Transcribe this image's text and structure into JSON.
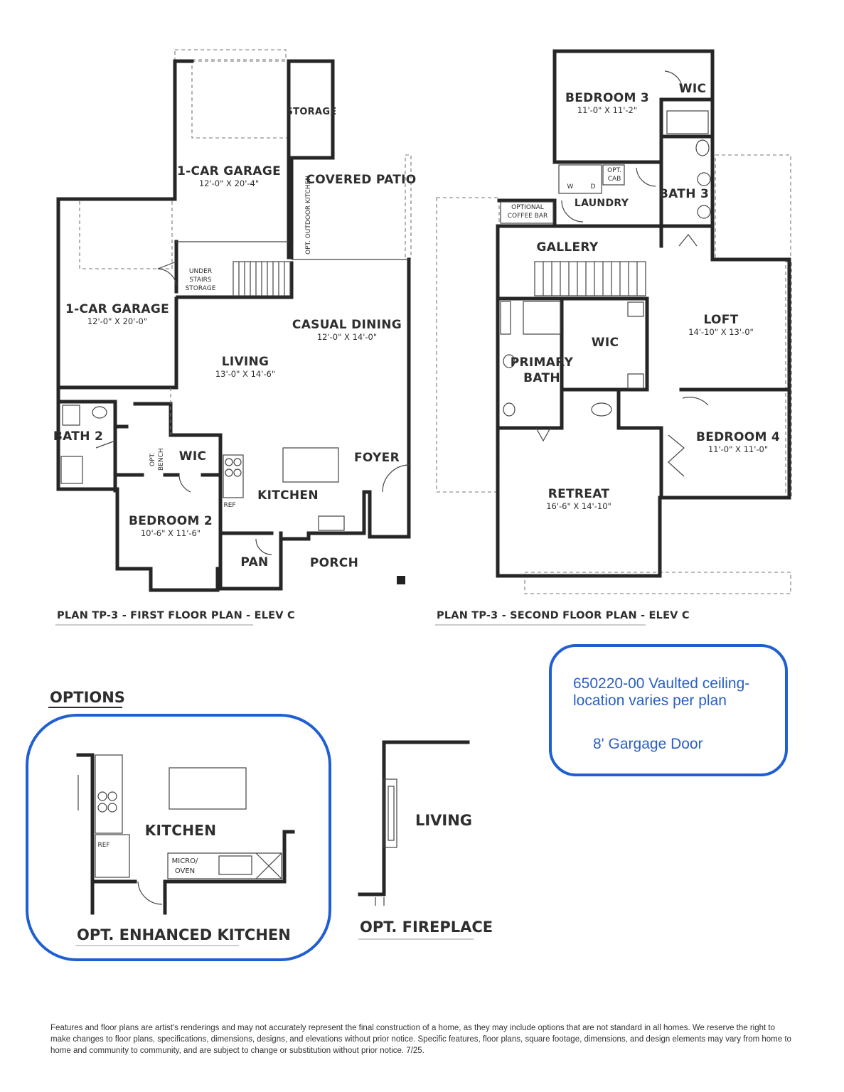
{
  "first_floor": {
    "caption": "PLAN TP-3 - FIRST FLOOR PLAN - ELEV C",
    "rooms": {
      "garage_top": {
        "name": "1-CAR GARAGE",
        "dim": "12'-0\" X 20'-4\""
      },
      "storage": "STORAGE",
      "covered_patio": "COVERED PATIO",
      "opt_outdoor_kitchen": "OPT. OUTDOOR KITCHEN",
      "garage_left": {
        "name": "1-CAR GARAGE",
        "dim": "12'-0\" X 20'-0\""
      },
      "under_stairs": [
        "UNDER",
        "STAIRS",
        "STORAGE"
      ],
      "casual_dining": {
        "name": "CASUAL DINING",
        "dim": "12'-0\" X 14'-0\""
      },
      "living": {
        "name": "LIVING",
        "dim": "13'-0\" X 14'-6\""
      },
      "bath2": "BATH 2",
      "wic": "WIC",
      "opt_bench": [
        "OPT.",
        "BENCH"
      ],
      "foyer": "FOYER",
      "kitchen": "KITCHEN",
      "ref": "REF",
      "bedroom2": {
        "name": "BEDROOM 2",
        "dim": "10'-6\" X 11'-6\""
      },
      "pan": "PAN",
      "porch": "PORCH"
    }
  },
  "second_floor": {
    "caption": "PLAN TP-3 - SECOND FLOOR PLAN - ELEV C",
    "rooms": {
      "bedroom3": {
        "name": "BEDROOM 3",
        "dim": "11'-0\" X 11'-2\""
      },
      "wic_top": "WIC",
      "opt_cab": [
        "OPT.",
        "CAB"
      ],
      "w": "W",
      "d": "D",
      "laundry": "LAUNDRY",
      "bath3": "BATH 3",
      "optional_coffee_bar": [
        "OPTIONAL",
        "COFFEE BAR"
      ],
      "gallery": "GALLERY",
      "loft": {
        "name": "LOFT",
        "dim": "14'-10\" X 13'-0\""
      },
      "wic_primary": "WIC",
      "primary_bath": [
        "PRIMARY",
        "BATH"
      ],
      "bedroom4": {
        "name": "BEDROOM 4",
        "dim": "11'-0\" X 11'-0\""
      },
      "retreat": {
        "name": "RETREAT",
        "dim": "16'-6\" X 14'-10\""
      }
    }
  },
  "options": {
    "heading": "OPTIONS",
    "enhanced_kitchen": {
      "caption": "OPT. ENHANCED KITCHEN",
      "kitchen": "KITCHEN",
      "ref": "REF",
      "micro_oven": [
        "MICRO/",
        "OVEN"
      ]
    },
    "fireplace": {
      "caption": "OPT. FIREPLACE",
      "living": "LIVING"
    }
  },
  "notes": {
    "line1": "650220-00 Vaulted ceiling-",
    "line2": "location varies per plan",
    "line3": "8' Gargage Door",
    "border_color": "#1f5fd1",
    "text_color": "#2a5fc4"
  },
  "disclaimer": "Features and floor plans are artist's renderings and may not accurately represent the final construction of a home, as they may include options that are not standard in all homes. We reserve the right to make changes to floor plans, specifications, dimensions, designs, and elevations without prior notice. Specific features, floor plans, square footage, dimensions, and design elements may vary from home to home and community to community, and are subject to change or substitution without prior notice. 7/25."
}
